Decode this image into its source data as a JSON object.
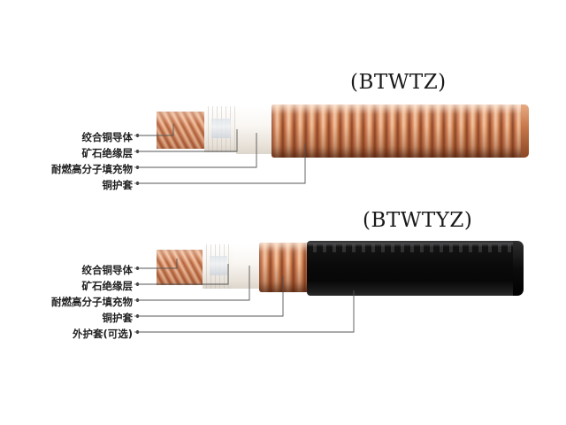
{
  "background_color": "#ffffff",
  "colors": {
    "copper_light": "#f2c3a0",
    "copper_mid": "#c9764a",
    "copper_dark": "#8f4a2c",
    "insulation_white": "#f7f4f0",
    "outer_sheath_black": "#0a0a0a",
    "label_text": "#1f1f1f",
    "leader_line": "#555555"
  },
  "diagram": {
    "type": "cable-construction-cutaway",
    "cables": [
      {
        "id": "btwtz",
        "title": "(BTWTZ)",
        "has_outer_sheath": false,
        "labels": [
          {
            "text": "绞合铜导体",
            "target_layer": "stranded-copper-conductor"
          },
          {
            "text": "矿石绝缘层",
            "target_layer": "mineral-insulation"
          },
          {
            "text": "耐燃高分子填充物",
            "target_layer": "flame-retardant-polymer-filler"
          },
          {
            "text": "铜护套",
            "target_layer": "copper-sheath"
          }
        ]
      },
      {
        "id": "btwtyz",
        "title": "(BTWTYZ)",
        "has_outer_sheath": true,
        "labels": [
          {
            "text": "绞合铜导体",
            "target_layer": "stranded-copper-conductor"
          },
          {
            "text": "矿石绝缘层",
            "target_layer": "mineral-insulation"
          },
          {
            "text": "耐燃高分子填充物",
            "target_layer": "flame-retardant-polymer-filler"
          },
          {
            "text": "铜护套",
            "target_layer": "copper-sheath"
          },
          {
            "text": "外护套(可选)",
            "target_layer": "outer-sheath-optional"
          }
        ]
      }
    ]
  }
}
